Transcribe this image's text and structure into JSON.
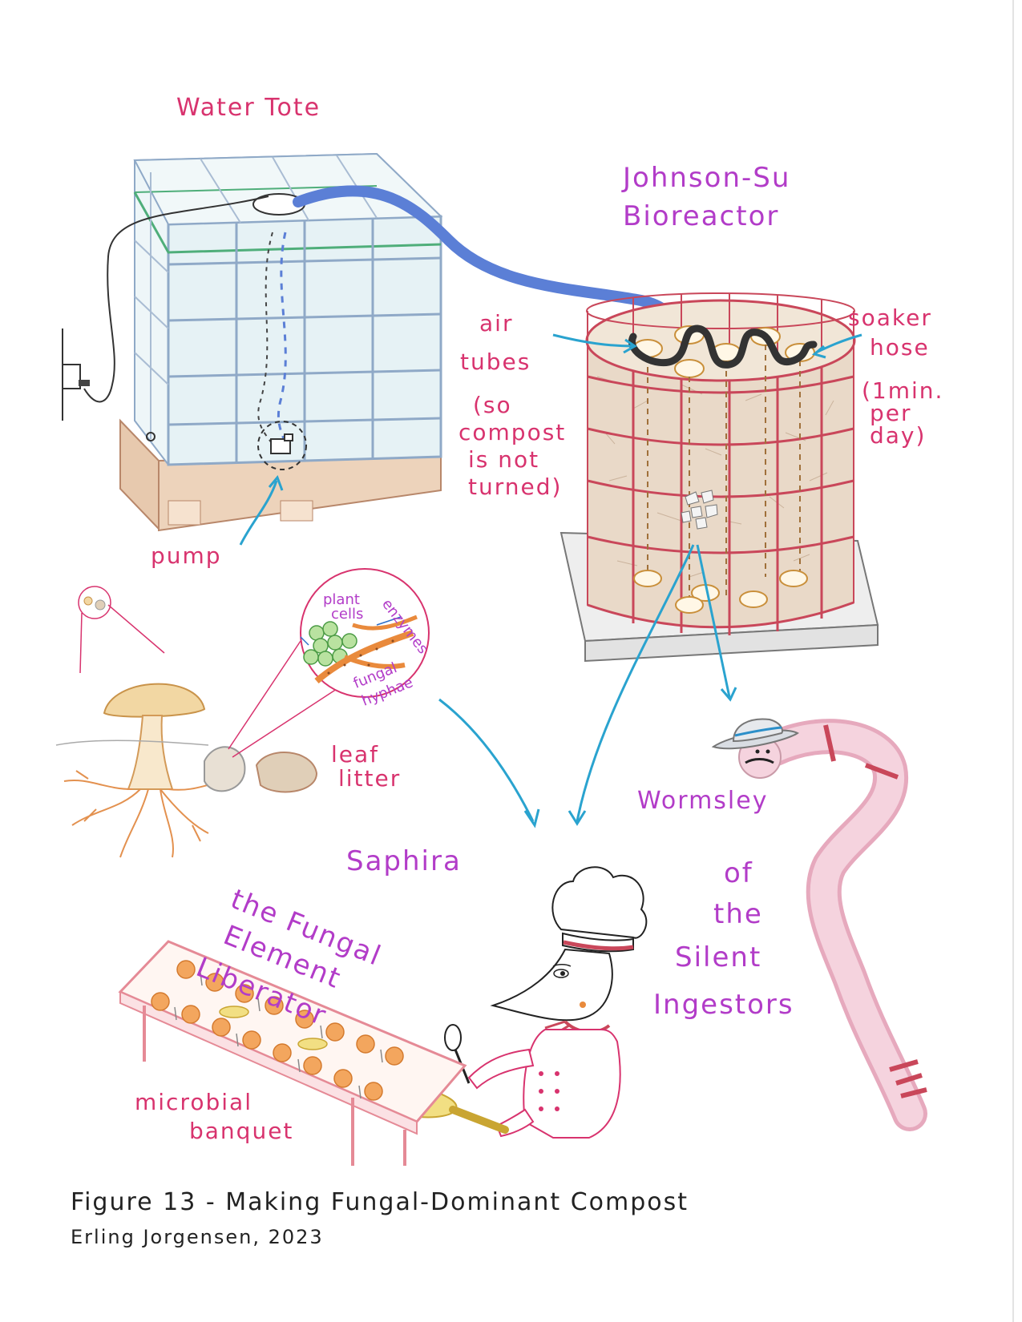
{
  "labels": {
    "water_tote": "Water Tote",
    "bioreactor_line1": "Johnson-Su",
    "bioreactor_line2": "Bioreactor",
    "air_tubes_line1": "air",
    "air_tubes_line2": "tubes",
    "air_note_line1": "(so",
    "air_note_line2": "compost",
    "air_note_line3": "is not",
    "air_note_line4": "turned)",
    "soaker_line1": "soaker",
    "soaker_line2": "hose",
    "soaker_note_line1": "(1min.",
    "soaker_note_line2": "per",
    "soaker_note_line3": "day)",
    "pump": "pump",
    "plant_cells_line1": "plant",
    "plant_cells_line2": "cells",
    "enzymes": "enzymes",
    "fungal_hyphae_line1": "fungal",
    "fungal_hyphae_line2": "hyphae",
    "leaf_litter_line1": "leaf",
    "leaf_litter_line2": "litter",
    "wormsley": "Wormsley",
    "saphira": "Saphira",
    "fungal_title_line1": "the Fungal",
    "fungal_title_line2": "Element",
    "fungal_title_line3": "Liberator",
    "silent_line1": "of",
    "silent_line2": "the",
    "silent_line3": "Silent",
    "silent_line4": "Ingestors",
    "banquet_line1": "microbial",
    "banquet_line2": "banquet"
  },
  "caption": {
    "title": "Figure 13 - Making Fungal-Dominant Compost",
    "author": "Erling Jorgensen, 2023"
  },
  "colors": {
    "label_pink": "#d8336e",
    "label_magenta": "#b23cc8",
    "arrow_blue": "#2aa3cf",
    "hose_blue": "#5b7fd6",
    "reactor_red": "#c9475a",
    "tote_grid": "#8fa9c7",
    "tote_green": "#4fae7a"
  },
  "icons": [
    "pump-icon",
    "wall-outlet-icon",
    "chef-hat-icon",
    "cowboy-hat-icon",
    "mushroom-icon",
    "spoon-icon",
    "frying-pan-icon"
  ]
}
